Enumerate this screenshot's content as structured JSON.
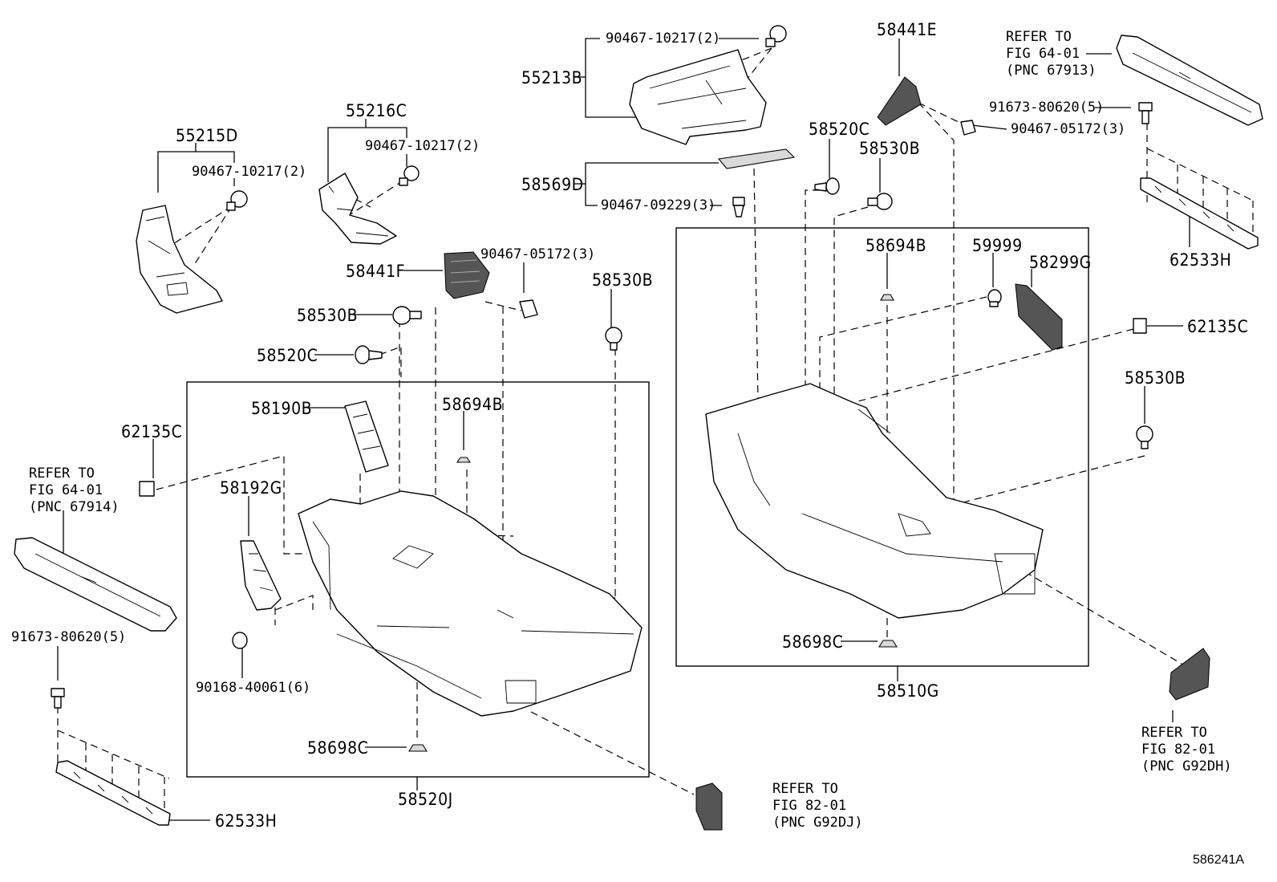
{
  "diagram_id": "586241A",
  "labels": {
    "p55215D": "55215D",
    "p90467_10217_a": "90467-10217(2)",
    "p55216C": "55216C",
    "p90467_10217_b": "90467-10217(2)",
    "p90467_10217_c": "90467-10217(2)",
    "p55213B": "55213B",
    "p58569D": "58569D",
    "p90467_09229": "90467-09229(3)",
    "p58441E": "58441E",
    "p58520C_r": "58520C",
    "p58530B_r": "58530B",
    "p91673_80620_r": "91673-80620(5)",
    "p90467_05172_r": "90467-05172(3)",
    "p58441F": "58441F",
    "p90467_05172_l": "90467-05172(3)",
    "p58530B_a": "58530B",
    "p58530B_b": "58530B",
    "p58520C_l": "58520C",
    "p58190B": "58190B",
    "p58694B_l": "58694B",
    "p62135C_l": "62135C",
    "p58192G": "58192G",
    "p91673_80620_l": "91673-80620(5)",
    "p90168_40061": "90168-40061(6)",
    "p58698C_l": "58698C",
    "p58520J": "58520J",
    "p62533H_l": "62533H",
    "p58694B_r": "58694B",
    "p59999": "59999",
    "p58299G": "58299G",
    "p62135C_r": "62135C",
    "p58530B_r2": "58530B",
    "p62533H_r": "62533H",
    "p58698C_r": "58698C",
    "p58510G": "58510G"
  },
  "refs": {
    "ref_64_01_top": "REFER TO\nFIG 64-01\n(PNC 67913)",
    "ref_64_01_left": "REFER TO\nFIG 64-01\n(PNC 67914)",
    "ref_82_01_bottom": "REFER TO\nFIG 82-01\n(PNC G92DJ)",
    "ref_82_01_right": "REFER TO\nFIG 82-01\n(PNC G92DH)"
  }
}
